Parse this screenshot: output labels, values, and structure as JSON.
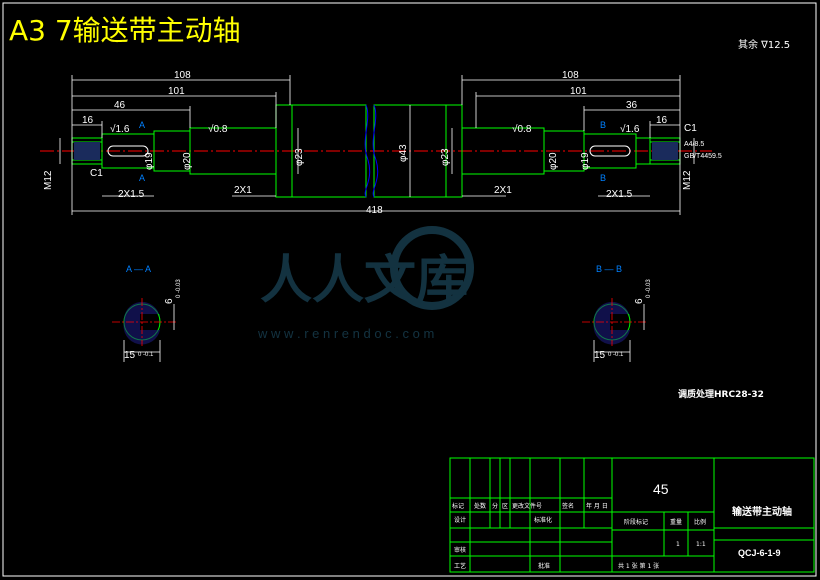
{
  "title": "A3  7输送带主动轴",
  "roughness_note": "其余 ∇12.5",
  "watermark": {
    "brand": "人人文库",
    "url": "w w w . r e n r e n d o c . c o m"
  },
  "dimensions": {
    "left_108": "108",
    "left_101": "101",
    "left_46": "46",
    "left_16": "16",
    "right_108": "108",
    "right_101": "101",
    "right_36": "36",
    "right_16": "16",
    "overall_418": "418",
    "chamfer_left": "C1",
    "chamfer_right": "C1",
    "m12_left": "M12",
    "m12_right": "M12",
    "groove_2x1_left": "2X1",
    "groove_2x1_right": "2X1",
    "groove_2x15_left": "2X1.5",
    "groove_2x15_right": "2X1.5",
    "rough_16_left": "√1.6",
    "rough_08_left": "√0.8",
    "rough_08_right": "√0.8",
    "rough_16_right": "√1.6",
    "dia_19_left": "φ19",
    "dia_20_left": "φ20",
    "dia_23_left": "φ23",
    "dia_43": "φ43",
    "dia_23_right": "φ23",
    "dia_20_right": "φ20",
    "dia_19_right": "φ19",
    "center_hole_1": "A4/8.5",
    "center_hole_2": "GB/T4459.5"
  },
  "sections": {
    "a_label": "A — A",
    "b_label": "B — B",
    "key_depth": "6",
    "key_depth_tol": "0  -0.03",
    "key_width": "15",
    "key_width_tol": "0  -0.1"
  },
  "section_markers": {
    "a": "A",
    "b": "B"
  },
  "heat_treatment": "调质处理HRC28-32",
  "title_block": {
    "material": "45",
    "part_name": "输送带主动轴",
    "drawing_no": "QCJ-6-1-9",
    "header_cells": [
      "标记",
      "处数",
      "分",
      "区",
      "更改文件号",
      "签名",
      "年 月 日"
    ],
    "row_labels": [
      "设计",
      "审核",
      "工艺"
    ],
    "row_mid": [
      "标准化",
      "批准"
    ],
    "stage_labels": [
      "阶段标记",
      "重量",
      "比例"
    ],
    "weight": "1",
    "scale": "1:1",
    "sheet_text": "共  1  张    第  1  张"
  }
}
